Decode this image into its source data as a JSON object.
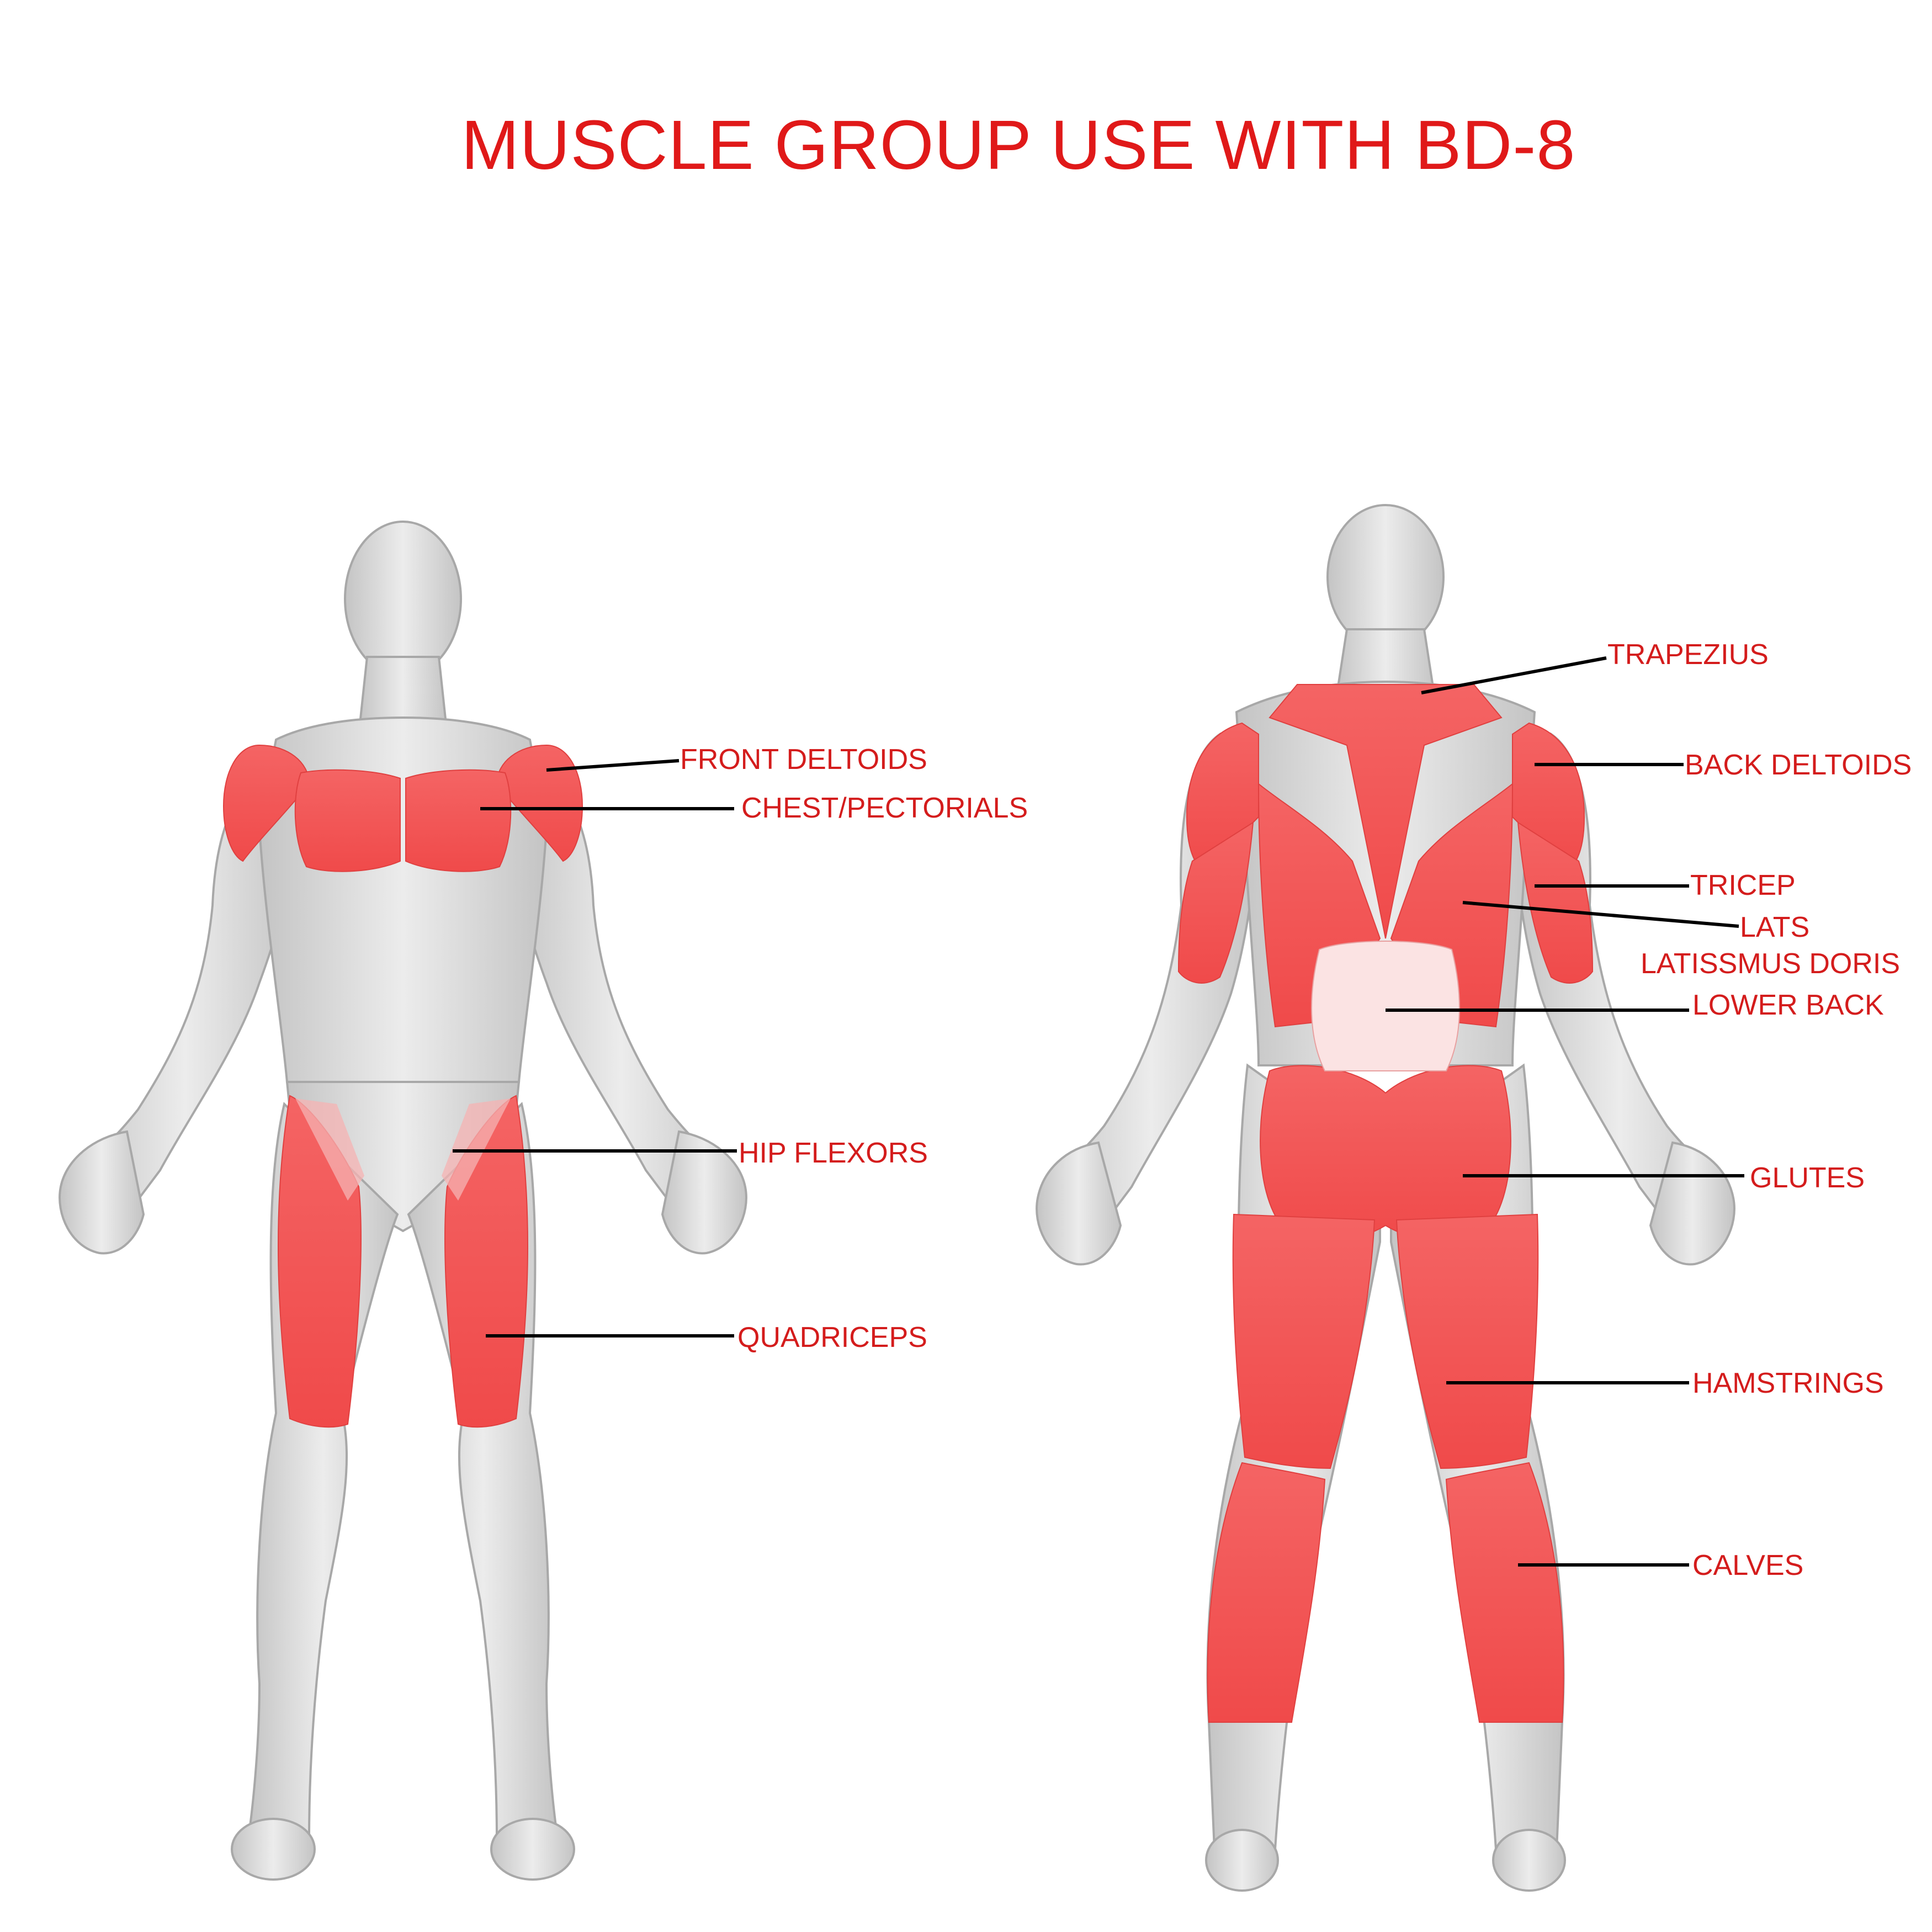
{
  "title": "MUSCLE GROUP USE WITH BD-8",
  "colors": {
    "title": "#e01919",
    "label": "#d41c1c",
    "muscle": "#f25757",
    "body": "#d9d9d9",
    "leader": "#000000"
  },
  "views": {
    "front": {
      "labels": {
        "front_deltoids": "FRONT DELTOIDS",
        "chest": "CHEST/PECTORIALS",
        "hip_flexors": "HIP FLEXORS",
        "quadriceps": "QUADRICEPS"
      }
    },
    "back": {
      "labels": {
        "trapezius": "TRAPEZIUS",
        "back_deltoids": "BACK DELTOIDS",
        "tricep": "TRICEP",
        "lats": "LATS",
        "latissimus": "LATISSMUS DORIS",
        "lower_back": "LOWER BACK",
        "glutes": "GLUTES",
        "hamstrings": "HAMSTRINGS",
        "calves": "CALVES"
      }
    }
  }
}
